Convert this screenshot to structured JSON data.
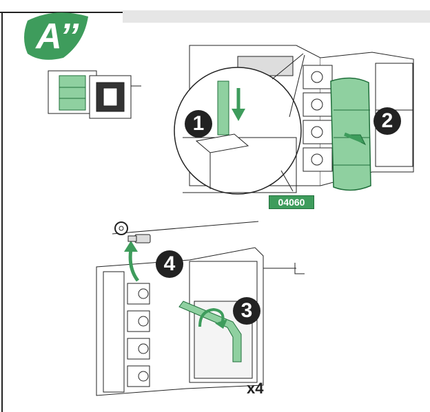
{
  "step": {
    "label": "A’’"
  },
  "callouts": {
    "one": "1",
    "two": "2",
    "three": "3",
    "four": "4"
  },
  "code": "04060",
  "multiplier": "x4",
  "colors": {
    "green": "#3e9c5c",
    "green_light": "#8fd0a0",
    "dark": "#222222",
    "band": "#e6e6e6"
  },
  "icons": [
    "down-arrow-icon",
    "right-arrow-icon",
    "rotate-arrow-icon",
    "up-arrow-icon",
    "washer-icon",
    "screw-icon"
  ]
}
